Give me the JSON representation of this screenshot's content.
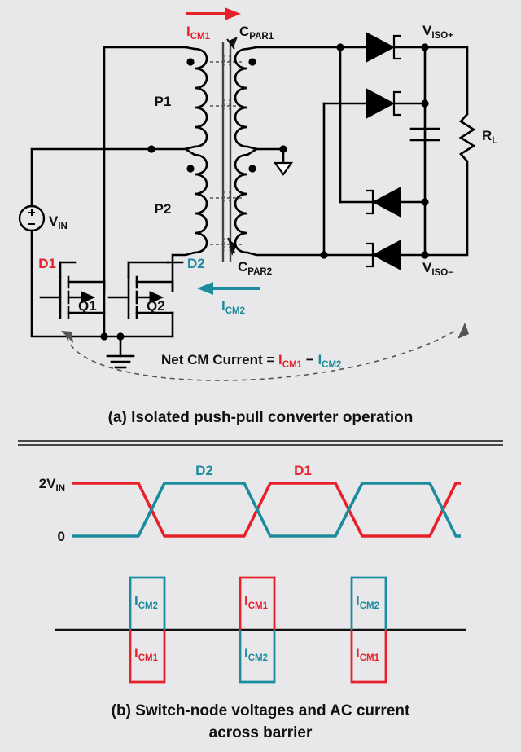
{
  "figure": {
    "background_color": "#e8e8ea",
    "accent_red": "#e8202a",
    "accent_teal": "#1a8c9d",
    "line_color": "#000000"
  },
  "panel_a": {
    "caption": "(a) Isolated push-pull converter operation",
    "source_label": "V",
    "source_sub": "IN",
    "source_plus": "+",
    "source_minus": "−",
    "primary_winding_1": "P1",
    "primary_winding_2": "P2",
    "mosfet_1": "Q1",
    "mosfet_2": "Q2",
    "drive_1": "D1",
    "drive_2": "D2",
    "cap_par_1": "C",
    "cap_par_1_sub": "PAR1",
    "cap_par_2": "C",
    "cap_par_2_sub": "PAR2",
    "current_1": "I",
    "current_1_sub": "CM1",
    "current_2": "I",
    "current_2_sub": "CM2",
    "output_pos": "V",
    "output_pos_sub": "ISO+",
    "output_neg": "V",
    "output_neg_sub": "ISO−",
    "load": "R",
    "load_sub": "L",
    "net_cm_text": "Net CM Current = ",
    "net_cm_i1": "I",
    "net_cm_i1_sub": "CM1",
    "net_cm_minus": " − ",
    "net_cm_i2": "I",
    "net_cm_i2_sub": "CM2"
  },
  "panel_b": {
    "caption_line1": "(b) Switch-node voltages and AC current",
    "caption_line2": "across barrier",
    "y_axis_high_label": "2V",
    "y_axis_high_sub": "IN",
    "y_axis_low_label": "0",
    "trace_d2_label": "D2",
    "trace_d1_label": "D1",
    "pulse_labels": [
      {
        "above": "I",
        "above_sub": "CM2",
        "above_color": "#1a8c9d",
        "below": "I",
        "below_sub": "CM1",
        "below_color": "#e8202a"
      },
      {
        "above": "I",
        "above_sub": "CM1",
        "above_color": "#e8202a",
        "below": "I",
        "below_sub": "CM2",
        "below_color": "#1a8c9d"
      },
      {
        "above": "I",
        "above_sub": "CM2",
        "above_color": "#1a8c9d",
        "below": "I",
        "below_sub": "CM1",
        "below_color": "#e8202a"
      }
    ]
  },
  "chart_data": {
    "type": "line",
    "title": "(b) Switch-node voltages and AC current across barrier",
    "xlabel": "",
    "ylabel": "",
    "ylim": [
      0,
      2
    ],
    "ytick_labels": [
      "0",
      "2V_IN"
    ],
    "grid": false,
    "legend": [
      "D1",
      "D2"
    ],
    "series": [
      {
        "name": "D1",
        "color": "#e8202a",
        "x": [
          88,
          170,
          202,
          300,
          332,
          412,
          445,
          528,
          560,
          560
        ],
        "y": [
          2,
          2,
          0,
          0,
          2,
          2,
          0,
          0,
          2,
          2
        ],
        "note": "red switch-node trace, trapezoid high then low"
      },
      {
        "name": "D2",
        "color": "#1a8c9d",
        "x": [
          88,
          170,
          202,
          300,
          332,
          412,
          445,
          528,
          560,
          560
        ],
        "y": [
          0,
          0,
          2,
          2,
          0,
          0,
          2,
          2,
          0,
          0
        ],
        "note": "teal switch-node trace, complement of D1"
      }
    ],
    "pulses": [
      {
        "x_center": 180,
        "above_color": "#1a8c9d",
        "below_color": "#e8202a",
        "above_label": "I_CM2",
        "below_label": "I_CM1"
      },
      {
        "x_center": 320,
        "above_color": "#e8202a",
        "below_color": "#1a8c9d",
        "above_label": "I_CM1",
        "below_label": "I_CM2"
      },
      {
        "x_center": 460,
        "above_color": "#1a8c9d",
        "below_color": "#e8202a",
        "above_label": "I_CM2",
        "below_label": "I_CM1"
      }
    ]
  }
}
